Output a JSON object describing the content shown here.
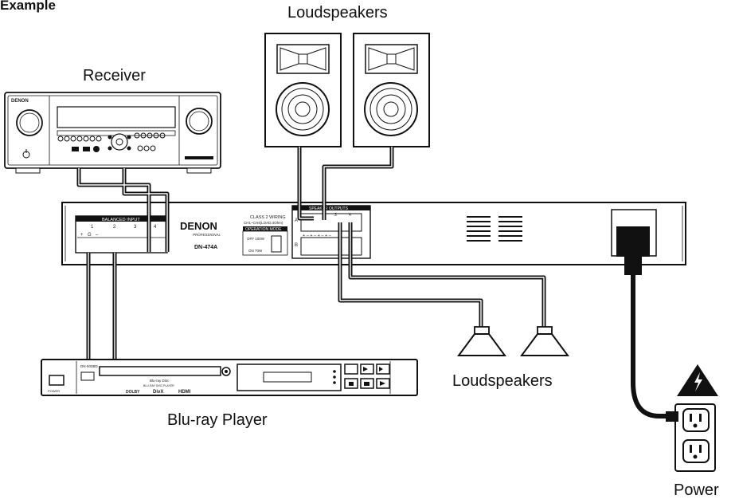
{
  "title": "Example",
  "labels": {
    "receiver": "Receiver",
    "loudspeakers_top": "Loudspeakers",
    "loudspeakers_bottom": "Loudspeakers",
    "bluray": "Blu-ray Player",
    "power": "Power"
  },
  "receiver": {
    "brand": "DENON"
  },
  "amplifier": {
    "brand": "DENON",
    "brand_sub": "PROFESSIONAL",
    "model": "DN-474A",
    "inputs_header": "BALANCED INPUT",
    "input_numbers": [
      "1",
      "2",
      "3",
      "4"
    ],
    "input_pins": [
      "+",
      "G",
      "–"
    ],
    "class2_line1": "CLASS 2 WIRING",
    "class2_line2": "CH1~CH4(LOAD:4Ohm)",
    "op_mode_header": "OPERATION MODE",
    "op_off": "OFF 100W",
    "op_on": "ON 70W",
    "speaker_header": "SPEAKER OUTPUTS",
    "speaker_numbers": [
      "1",
      "2",
      "3",
      "4"
    ],
    "row_a": "A",
    "row_b": "B",
    "speaker_pins": "+ – + – + – + –"
  },
  "bluray_player": {
    "brand": "DN-500BD",
    "logo": "Blu-ray Disc",
    "player_label": "BLU-RAY DISC PLAYER",
    "media_logos": [
      "DOLBY",
      "DivX",
      "HDMI"
    ],
    "power_label": "POWER"
  }
}
